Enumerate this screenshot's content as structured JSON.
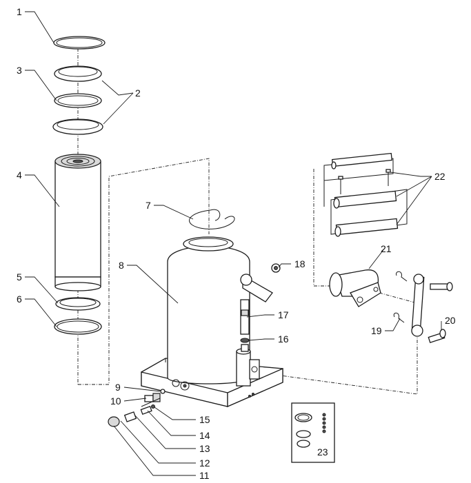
{
  "callouts": [
    "1",
    "2",
    "3",
    "4",
    "5",
    "6",
    "7",
    "8",
    "9",
    "10",
    "11",
    "12",
    "13",
    "14",
    "15",
    "16",
    "17",
    "18",
    "19",
    "20",
    "21",
    "22",
    "23"
  ]
}
